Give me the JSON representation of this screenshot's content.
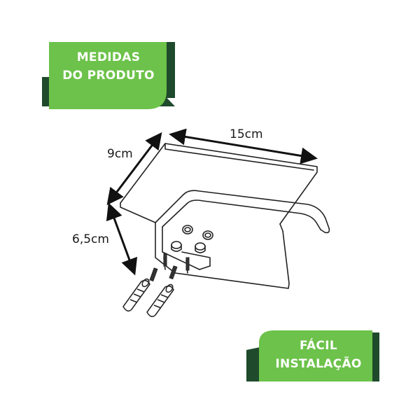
{
  "badges": {
    "top": {
      "line1": "MEDIDAS",
      "line2": "DO PRODUTO"
    },
    "bottom": {
      "line1": "FÁCIL",
      "line2": "INSTALAÇÃO"
    }
  },
  "dimensions": {
    "width": "15cm",
    "depth": "9cm",
    "height": "6,5cm"
  },
  "colors": {
    "badge_green": "#6cc24a",
    "badge_dark": "#1f4a2c",
    "line": "#222222"
  }
}
